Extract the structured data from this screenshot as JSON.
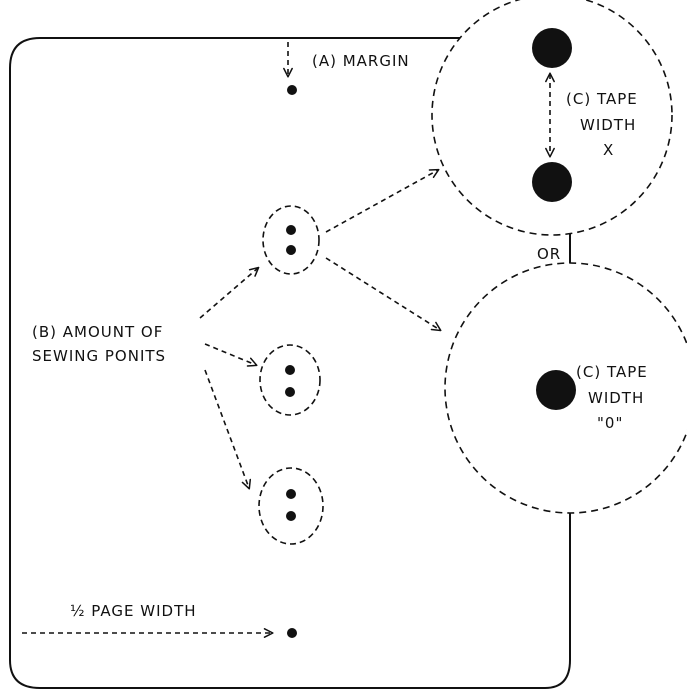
{
  "labels": {
    "margin": "(A) MARGIN",
    "amount_line1": "(B) AMOUNT OF",
    "amount_line2": "SEWING PONITS",
    "tape_x_line1": "(C) TAPE",
    "tape_x_line2": "WIDTH",
    "tape_x_line3": "X",
    "or": "OR",
    "tape_0_line1": "(C) TAPE",
    "tape_0_line2": "WIDTH",
    "tape_0_line3": "\"0\"",
    "half_page": "½ PAGE WIDTH"
  },
  "colors": {
    "ink": "#111111",
    "background": "#ffffff"
  }
}
